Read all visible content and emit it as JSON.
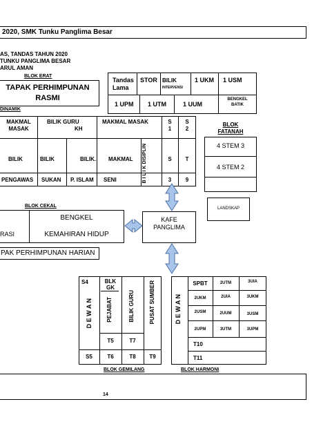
{
  "header": {
    "title": "2020, SMK Tunku Panglima Besar"
  },
  "caption": {
    "line1": "AS, TANDAS TAHUN 2020",
    "line2": "TUNKU PANGLIMA BESAR",
    "line3": "ARUL AMAN"
  },
  "blok_erat": {
    "label": "BLOK ERAT",
    "tapak_line1": "TAPAK PERHIMPUNAN",
    "tapak_line2": "RASMI",
    "dinamik": "DINAMIK"
  },
  "top_row": {
    "tandas_line1": "Tandas",
    "tandas_line2": "Lama",
    "stor": "STOR",
    "bilik_int_line1": "BILIK",
    "bilik_int_line2": "INTERVENSI",
    "ukm1": "1 UKM",
    "usm1": "1 USM",
    "upm1": "1 UPM",
    "utm1": "1 UTM",
    "uum1": "1 UUM",
    "bengkel_batik_line1": "BENGKEL",
    "bengkel_batik_line2": "BATIK"
  },
  "dinamik_block": {
    "makmal_masak_a_line1": "MAKMAL",
    "makmal_masak_a_line2": "MASAK",
    "bilik_guru_kh_line1": "BILIK GURU",
    "bilik_guru_kh_line2": "KH",
    "makmal_masak_b": "MAKMAL MASAK",
    "s1_line1": "S",
    "s1_line2": "1",
    "s2_line1": "S",
    "s2_line2": "2",
    "bilik_a": "BILIK",
    "bilik_b": "BILIK",
    "bilik_c": "BILIK.",
    "makmal": "MAKMAL",
    "bilik_disiplin": "B I L I K DISIPLIN",
    "s_letter": "S",
    "t_letter": "T",
    "pengawas": "PENGAWAS",
    "sukan": "SUKAN",
    "p_islam": "P. ISLAM",
    "seni": "SENI",
    "num3": "3",
    "num9": "9"
  },
  "fatanah": {
    "label_line1": "BLOK",
    "label_line2": "FATANAH",
    "stem3": "4 STEM 3",
    "stem2": "4 STEM 2"
  },
  "landskap": "LANDSKAP",
  "cekal": {
    "label": "BLOK CEKAL",
    "rasi": "RASI",
    "bengkel": "BENGKEL",
    "kemahiran": "KEMAHIRAN HIDUP"
  },
  "kafe": {
    "line1": "KAFE",
    "line2": "PANGLIMA"
  },
  "tapak_harian": "PAK PERHIMPUNAN HARIAN",
  "gemilang": {
    "label": "BLOK GEMILANG",
    "s4": "S4",
    "bilik_gk_line1": "BLK",
    "bilik_gk_line2": "GK",
    "dewan": "D E W A N",
    "pejabat": "PEJABAT",
    "bilik_guru": "BILIK GURU",
    "pusat_sumber": "PUSAT SUMBER",
    "t5": "T5",
    "t7": "T7",
    "s5": "S5",
    "t6": "T6",
    "t8": "T8",
    "t9": "T9"
  },
  "harmoni": {
    "label": "BLOK HARMONI",
    "dewan": "D E W A N",
    "spbt": "SPBT",
    "r1": [
      "2UTM",
      "3UIA"
    ],
    "r2": [
      "2UKM",
      "2UIA",
      "3UKM"
    ],
    "r3": [
      "2USM",
      "2UUM",
      "3USM"
    ],
    "r4": [
      "2UPM",
      "3UTM",
      "3UPM"
    ],
    "t10": "T10",
    "t11": "T11"
  },
  "footer": {
    "page_number": "14"
  },
  "colors": {
    "arrow_fill": "#a9c4ea",
    "arrow_stroke": "#4a6fa5"
  }
}
